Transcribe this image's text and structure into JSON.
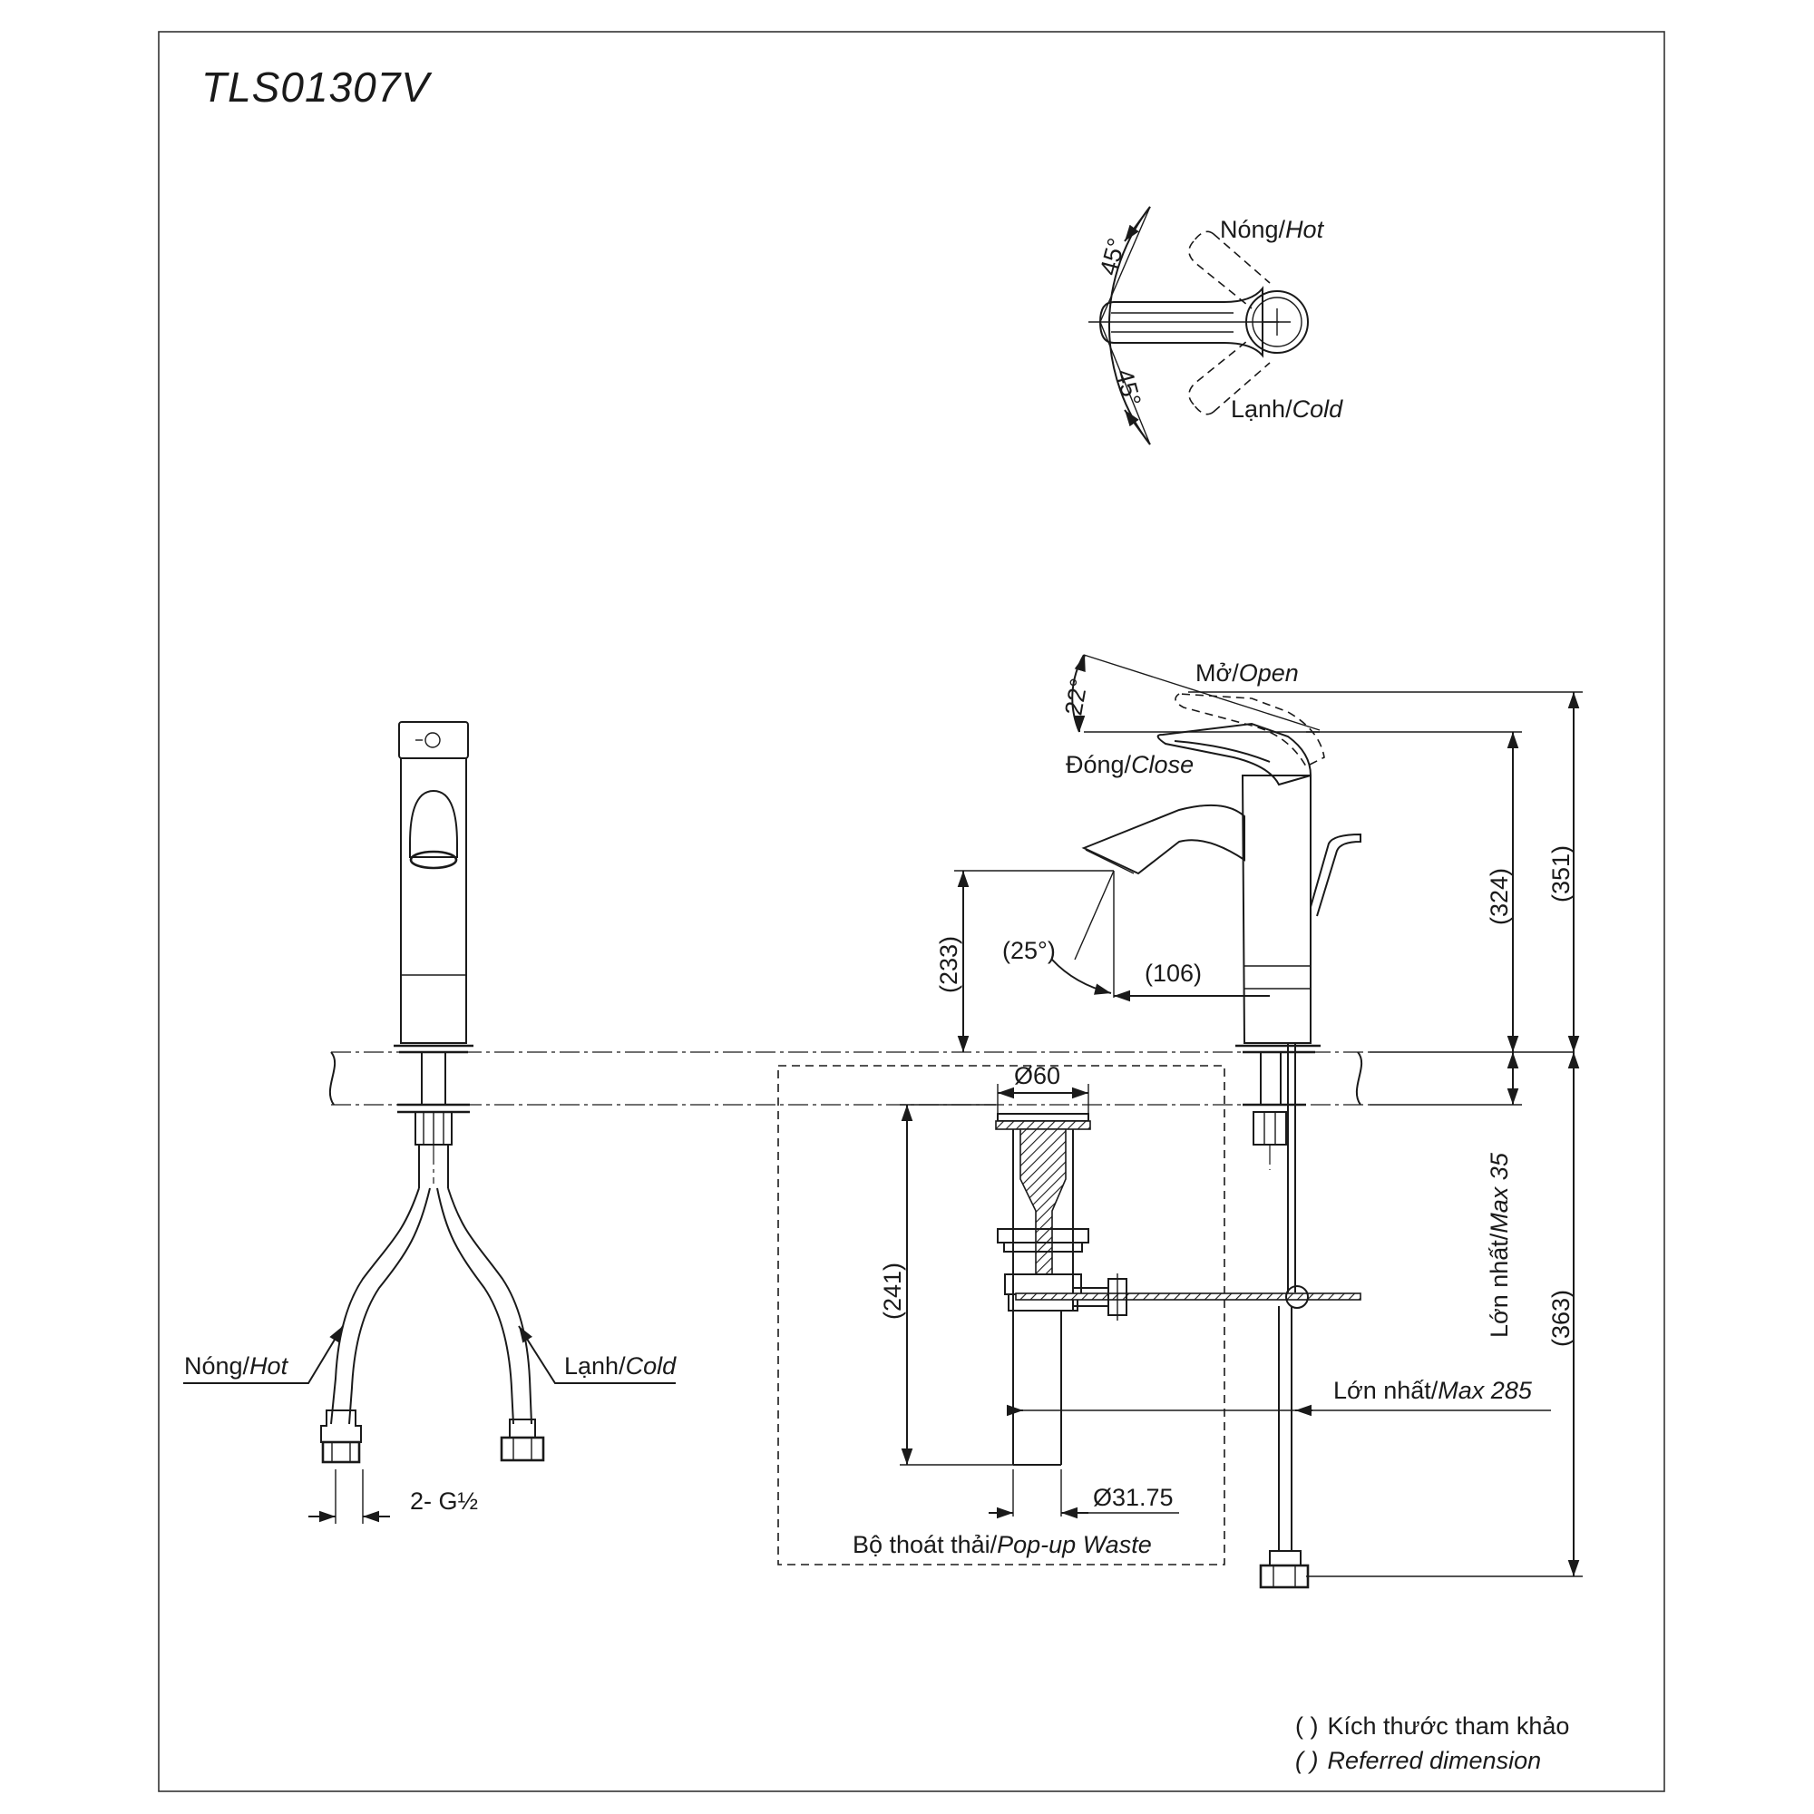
{
  "title": "TLS01307V",
  "top_view": {
    "hot_label": "Nóng/",
    "hot_label_en": "Hot",
    "cold_label": "Lạnh/",
    "cold_label_en": "Cold",
    "angle_hot": "45°",
    "angle_cold": "45°"
  },
  "side_view": {
    "open_label": "Mở/",
    "open_label_en": "Open",
    "close_label": "Đóng/",
    "close_label_en": "Close",
    "lever_angle": "22°",
    "spout_angle": "(25°)",
    "dim_233": "(233)",
    "dim_106": "(106)",
    "dim_324": "(324)",
    "dim_351": "(351)",
    "dim_363": "(363)",
    "max35_label": "Lớn nhất/",
    "max35_label_en": "Max 35",
    "max285_label": "Lớn nhất/",
    "max285_label_en": "Max 285"
  },
  "front_view": {
    "hot_label": "Nóng/",
    "hot_label_en": "Hot",
    "cold_label": "Lạnh/",
    "cold_label_en": "Cold",
    "thread_label": "2- G½"
  },
  "waste": {
    "dia_top": "Ø60",
    "dia_bottom": "Ø31.75",
    "dim_241": "(241)",
    "caption": "Bộ thoát thải/",
    "caption_en": "Pop-up Waste"
  },
  "legend": {
    "line1_mark": "(  )",
    "line1": "Kích thước tham khảo",
    "line2_mark": "(  )",
    "line2": "Referred dimension"
  }
}
